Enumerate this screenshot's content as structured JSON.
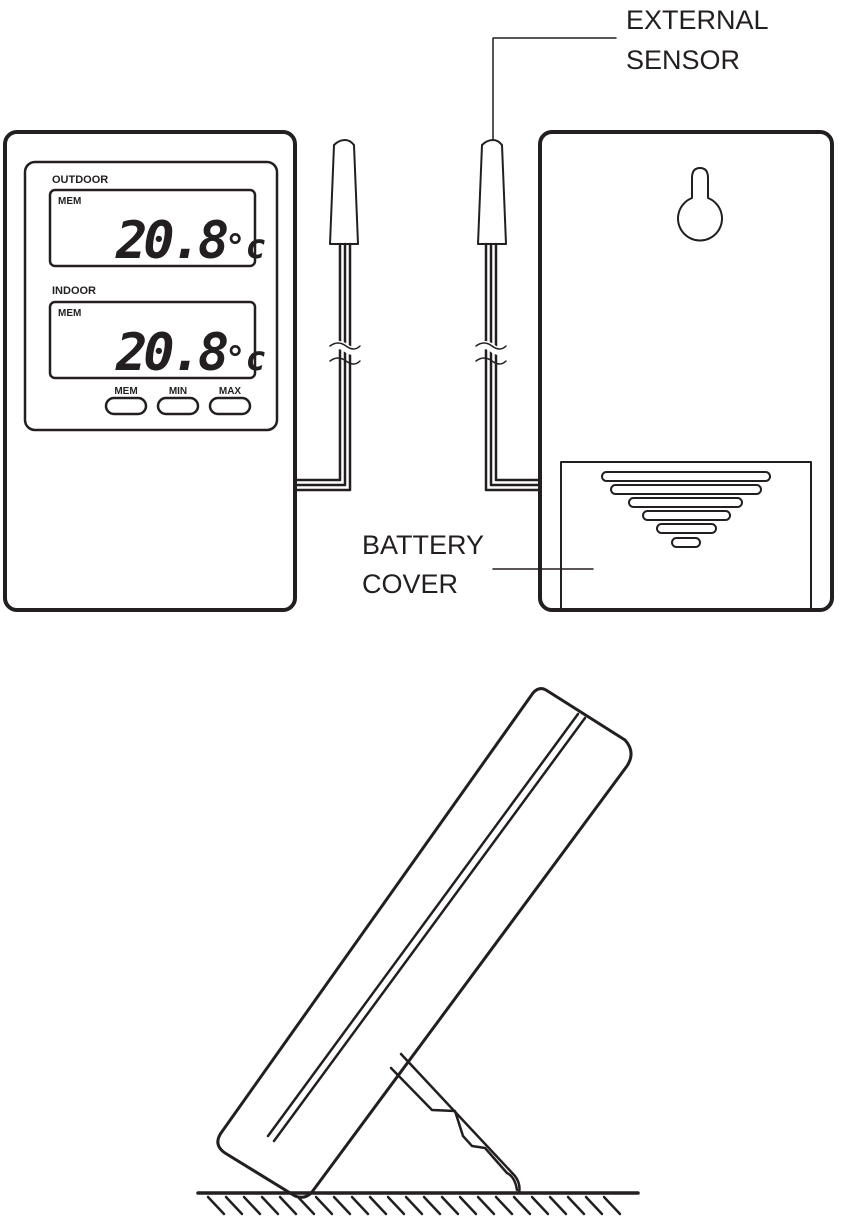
{
  "front_unit": {
    "outdoor": {
      "label": "OUTDOOR",
      "mem": "MEM",
      "value": "20.8",
      "unit": "°c"
    },
    "indoor": {
      "label": "INDOOR",
      "mem": "MEM",
      "value": "20.8",
      "unit": "°c"
    },
    "buttons": [
      {
        "label": "MEM"
      },
      {
        "label": "MIN"
      },
      {
        "label": "MAX"
      }
    ]
  },
  "callouts": {
    "external_sensor": [
      "EXTERNAL",
      "SENSOR"
    ],
    "battery_cover": [
      "BATTERY",
      "COVER"
    ]
  },
  "colors": {
    "ink": "#231f20",
    "background": "#ffffff"
  }
}
